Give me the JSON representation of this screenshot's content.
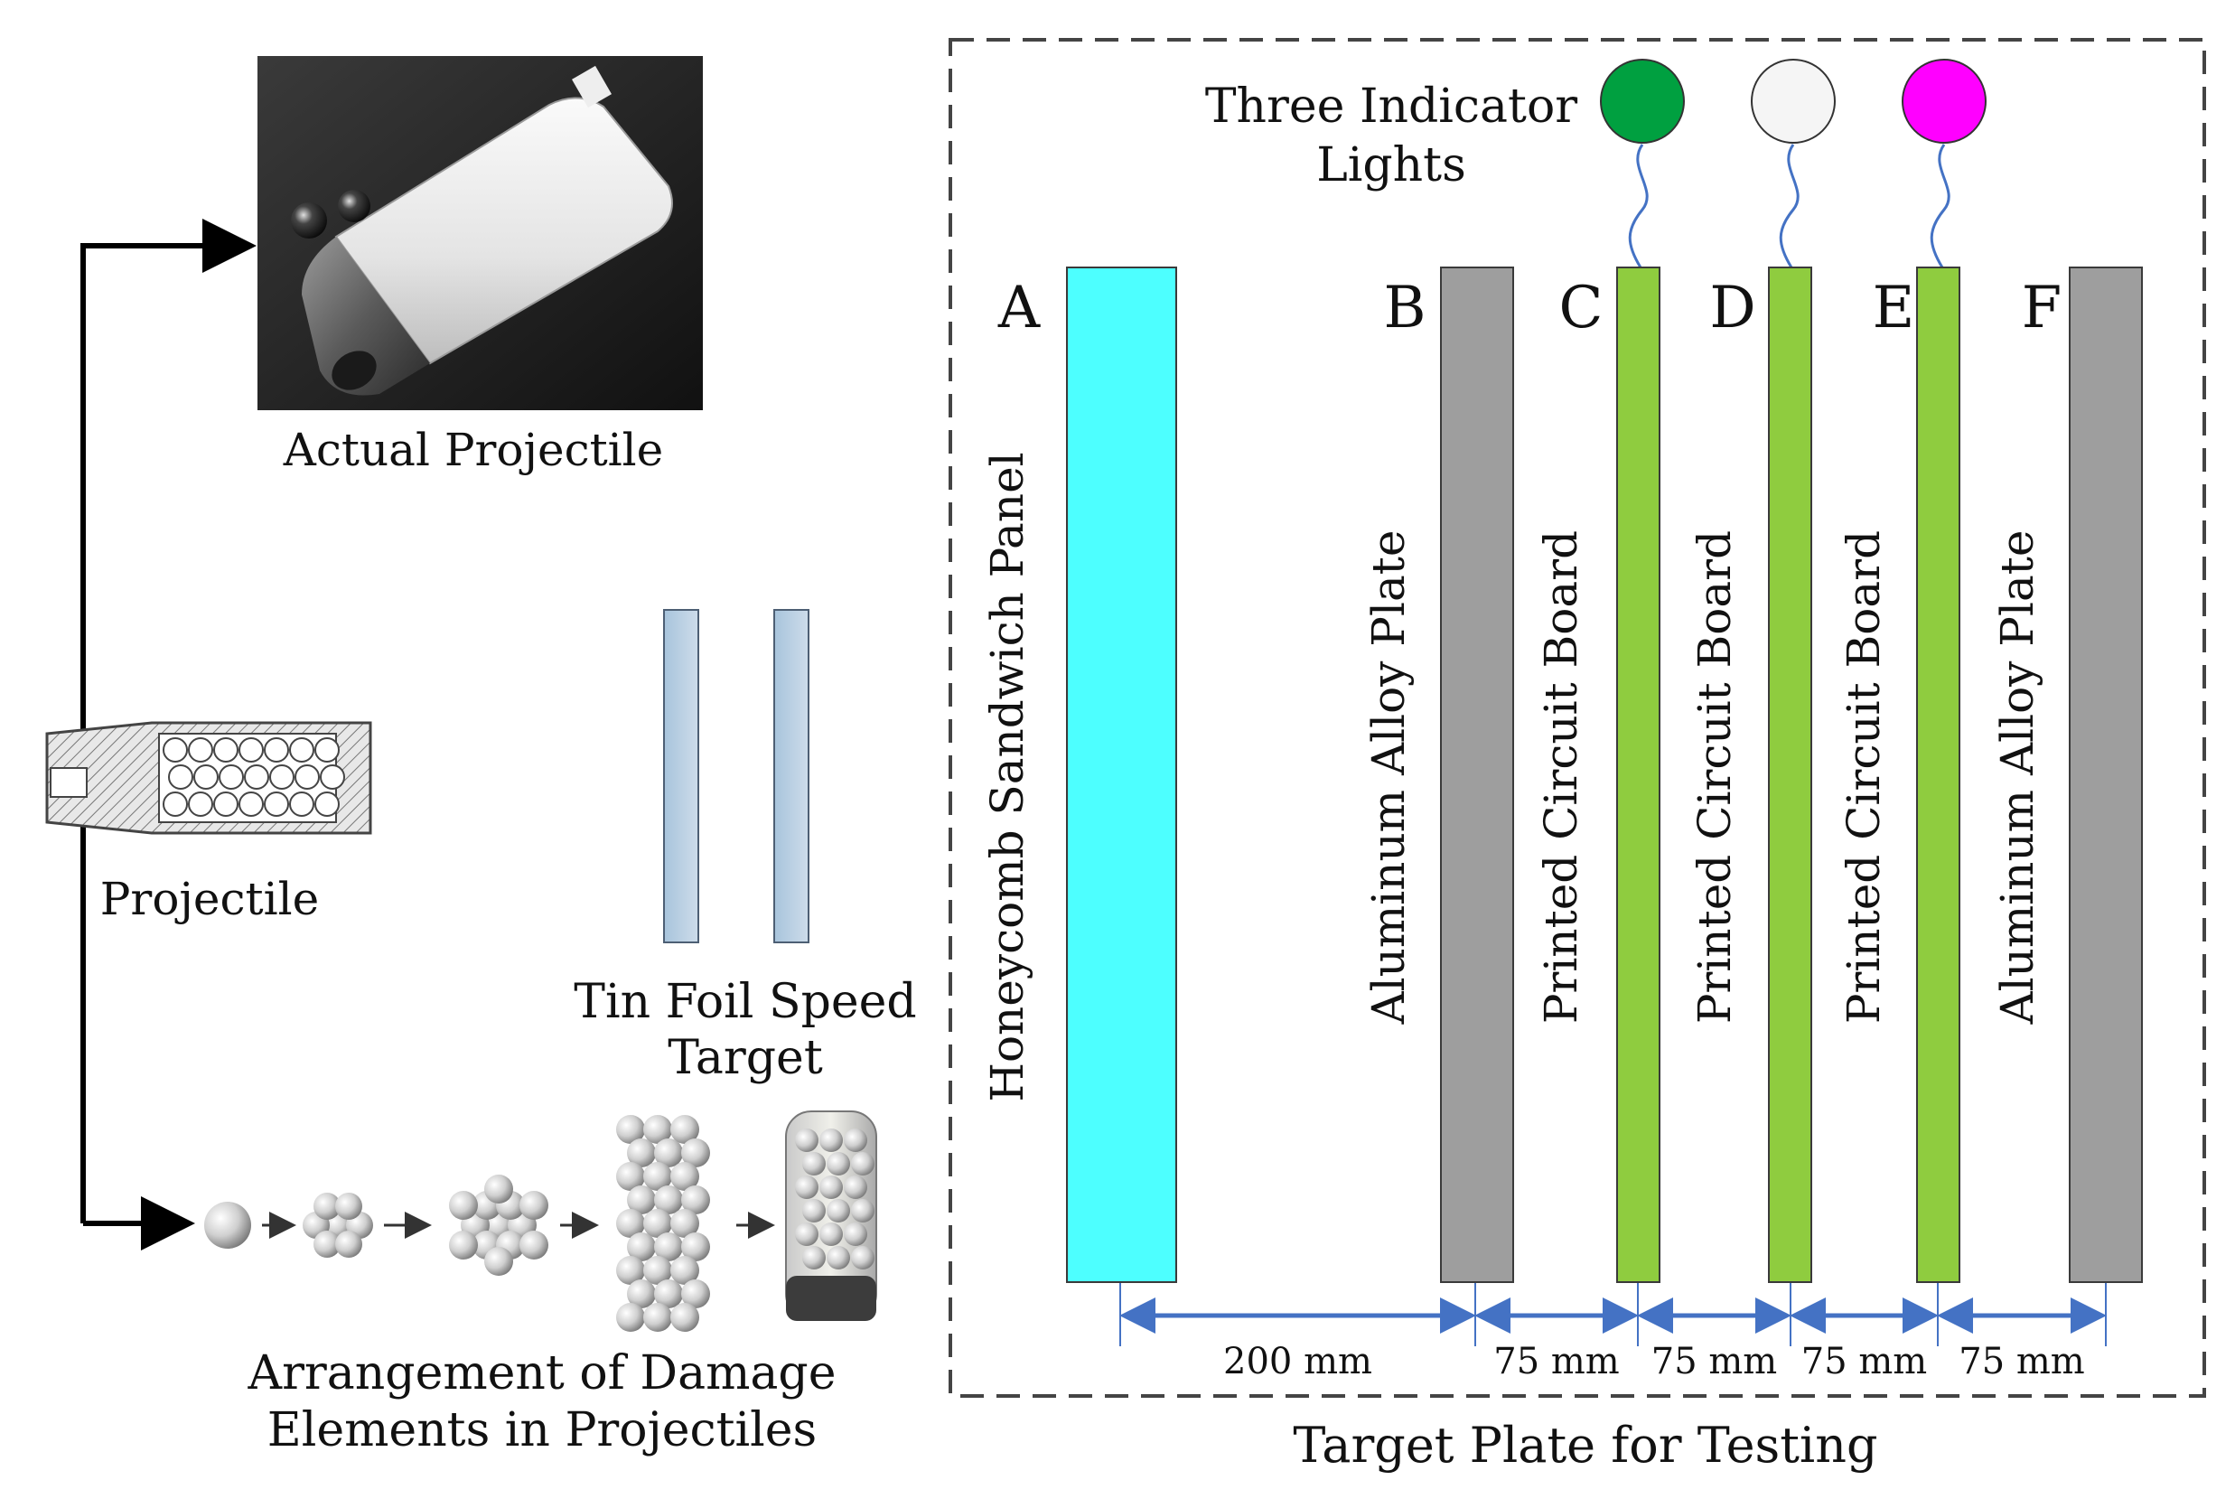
{
  "photo_caption": "Actual Projectile",
  "projectile_label": "Projectile",
  "speed_target_label": [
    "Tin Foil Speed",
    "Target"
  ],
  "arrangement_label": [
    "Arrangement of Damage",
    "Elements in Projectiles"
  ],
  "indicator_label": [
    "Three Indicator",
    "Lights"
  ],
  "indicator_colors": [
    "#00a040",
    "#f5f5f5",
    "#ff00ff"
  ],
  "target_caption": "Target Plate for Testing",
  "plates": [
    {
      "letter": "A",
      "name": "Honeycomb Sandwich Panel",
      "color": "#4dffff"
    },
    {
      "letter": "B",
      "name": "Aluminum Alloy Plate",
      "color": "#9e9e9e"
    },
    {
      "letter": "C",
      "name": "Printed Circuit Board",
      "color": "#8fcc3f"
    },
    {
      "letter": "D",
      "name": "Printed Circuit Board",
      "color": "#8fcc3f"
    },
    {
      "letter": "E",
      "name": "Printed Circuit Board",
      "color": "#8fcc3f"
    },
    {
      "letter": "F",
      "name": "Aluminum Alloy Plate",
      "color": "#9e9e9e"
    }
  ],
  "spacings": [
    "200 mm",
    "75 mm",
    "75 mm",
    "75 mm",
    "75 mm"
  ],
  "accent_color": "#4472c4"
}
